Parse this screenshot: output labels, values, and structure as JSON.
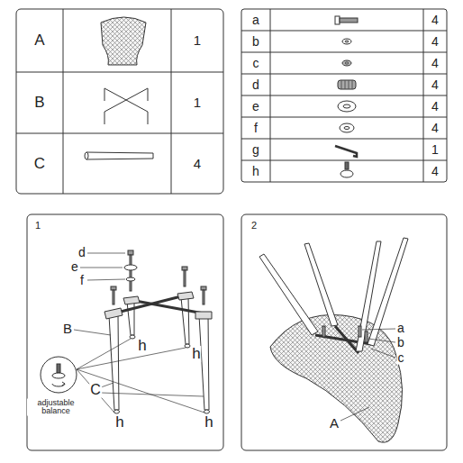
{
  "diagram": {
    "labels": [
      "A",
      "1",
      "B",
      "1",
      "C",
      "4",
      "a",
      "4",
      "b",
      "4",
      "c",
      "4",
      "d",
      "4",
      "e",
      "4",
      "f",
      "4",
      "g",
      "1",
      "h",
      "4",
      "1",
      "d",
      "e",
      "f",
      "B",
      "h",
      "h",
      "h",
      "h",
      "C",
      "adjustable balance",
      "2",
      "a",
      "b",
      "c",
      "A"
    ]
  }
}
